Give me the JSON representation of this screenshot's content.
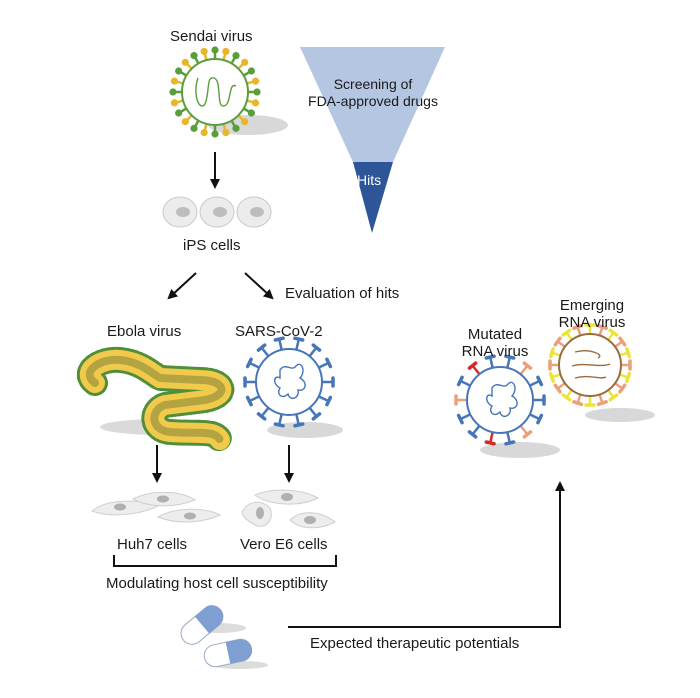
{
  "labels": {
    "sendai": "Sendai virus",
    "screening_line1": "Screening of",
    "screening_line2": "FDA-approved drugs",
    "hits": "Hits",
    "ips_cells": "iPS cells",
    "evaluation": "Evaluation of hits",
    "ebola": "Ebola virus",
    "sars": "SARS-CoV-2",
    "mutated_line1": "Mutated",
    "mutated_line2": "RNA virus",
    "emerging_line1": "Emerging",
    "emerging_line2": "RNA virus",
    "huh7": "Huh7 cells",
    "vero": "Vero E6 cells",
    "modulating": "Modulating host cell susceptibility",
    "therapeutic": "Expected therapeutic potentials"
  },
  "colors": {
    "funnel_light": "#b4c6e2",
    "funnel_dark": "#2d5597",
    "sendai_green": "#5a9e3c",
    "sendai_yellow": "#e8b62a",
    "ebola_body": "#f1c94b",
    "ebola_spike": "#4f8f3a",
    "sars_blue": "#4676b8",
    "mutation_red": "#d42a2a",
    "mutation_orange": "#eba07a",
    "emerging_yellow": "#ece43a",
    "emerging_brown": "#9a6b3e",
    "pill_blue": "#7f9fd3",
    "cell_gray": "#ececec",
    "nucleus_gray": "#b8b8b8",
    "shadow": "#d4d4d4"
  }
}
